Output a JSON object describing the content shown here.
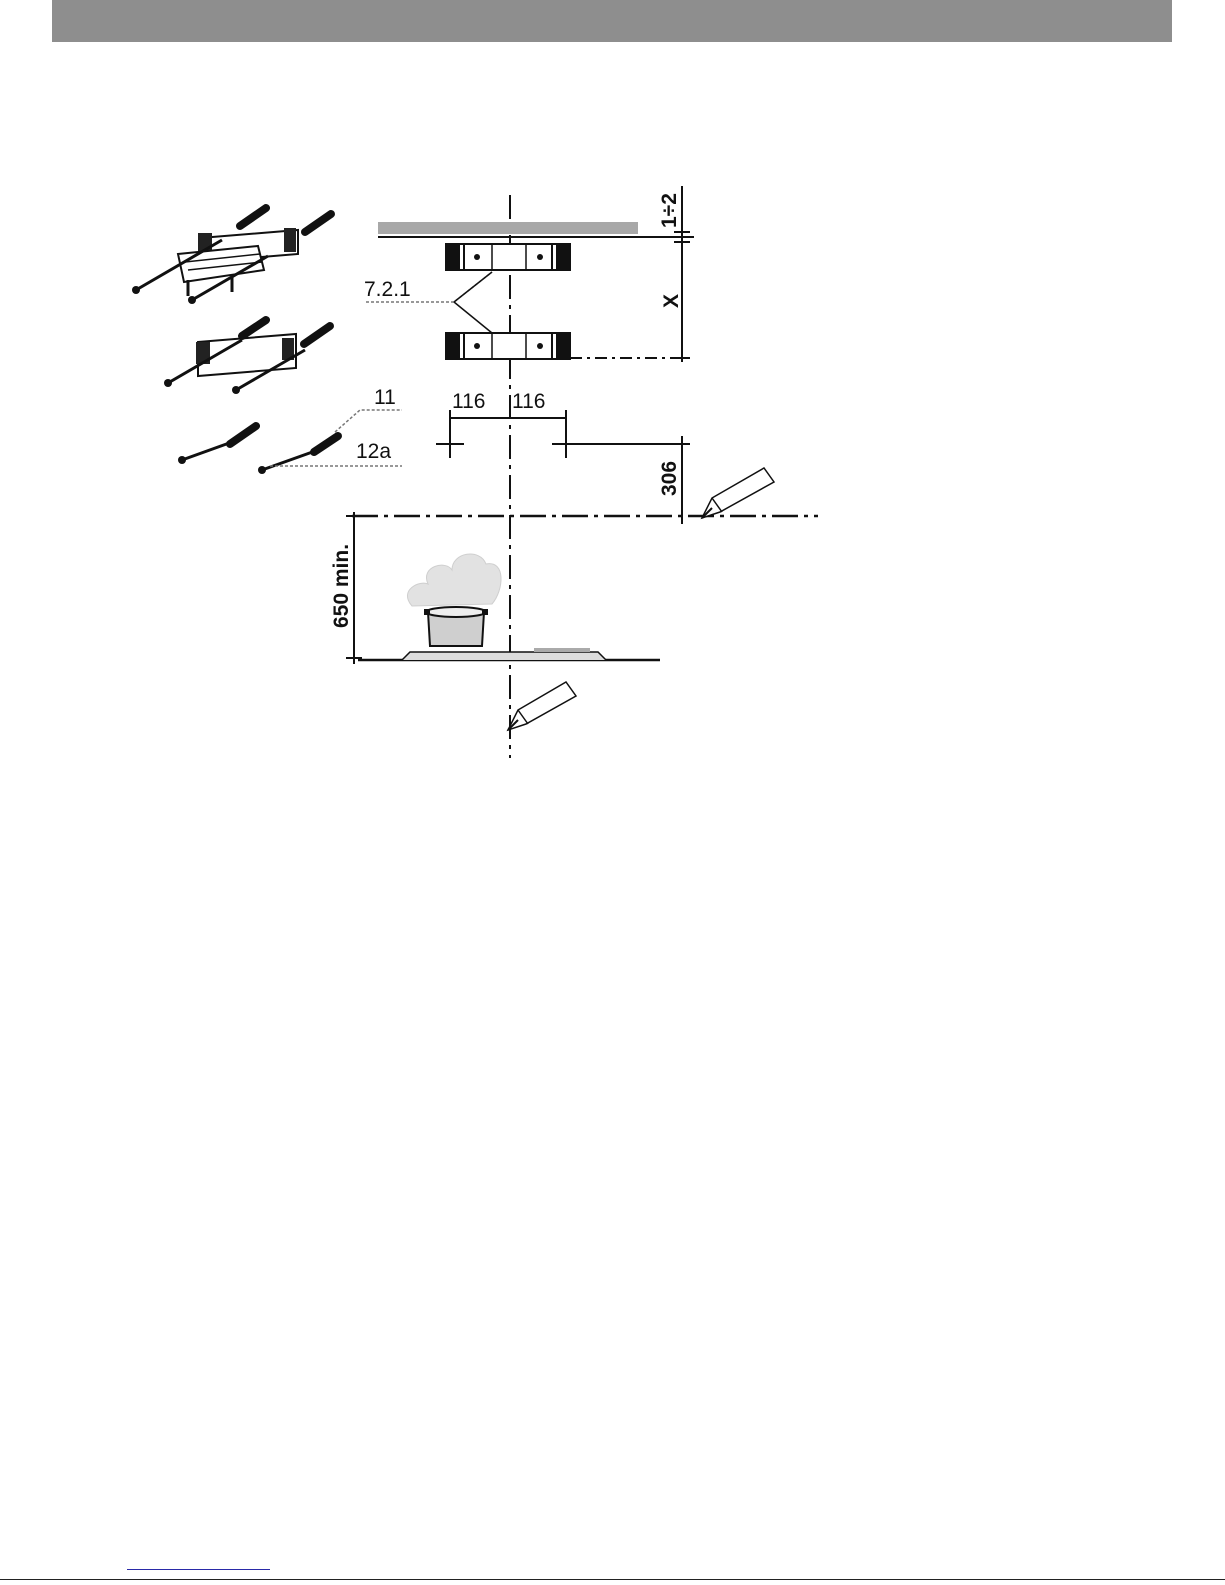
{
  "figure": {
    "labels": {
      "bracket_ref": "7.2.1",
      "part_11": "11",
      "part_12a": "12a",
      "dim_top_gap": "1÷2",
      "dim_bracket_spacing": "X",
      "dim_left": "116",
      "dim_right": "116",
      "dim_vertical_306": "306",
      "dim_min_height": "650 min."
    }
  },
  "colors": {
    "header": "#8e8e8e",
    "ink": "#111111",
    "wall_band": "#a8a8a8"
  }
}
